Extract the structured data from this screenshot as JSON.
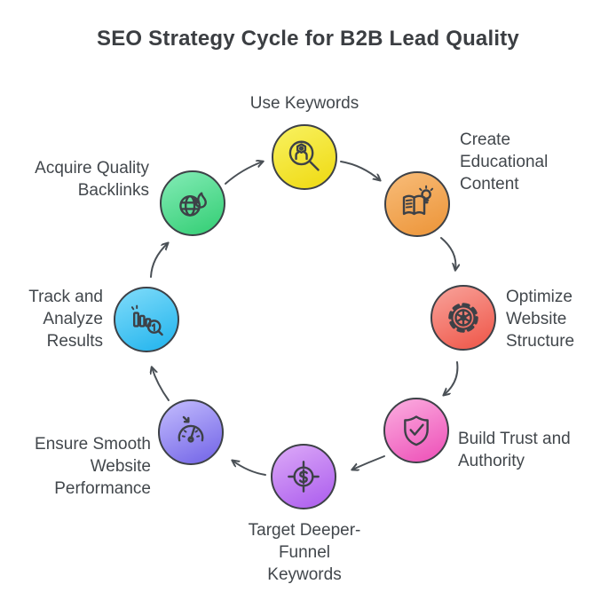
{
  "title": "SEO Strategy Cycle for B2B Lead Quality",
  "cycle_direction": "clockwise",
  "text_color": "#42474c",
  "outline_color": "#3d4147",
  "nodes": [
    {
      "id": "use-keywords",
      "label": "Use Keywords",
      "lines": [
        "Use Keywords"
      ],
      "icon": "keyword-search-icon",
      "label_position": "top",
      "colors": {
        "light": "#f7ee55",
        "dark": "#f0dd1c"
      }
    },
    {
      "id": "create-educational-content",
      "label": "Create Educational Content",
      "lines": [
        "Create",
        "Educational",
        "Content"
      ],
      "icon": "book-lightbulb-icon",
      "label_position": "right",
      "colors": {
        "light": "#f6b66f",
        "dark": "#ee9a41"
      }
    },
    {
      "id": "optimize-website-structure",
      "label": "Optimize Website Structure",
      "lines": [
        "Optimize",
        "Website",
        "Structure"
      ],
      "icon": "gear-icon",
      "label_position": "right",
      "colors": {
        "light": "#f7978e",
        "dark": "#f06053"
      }
    },
    {
      "id": "build-trust-and-authority",
      "label": "Build Trust and Authority",
      "lines": [
        "Build Trust and",
        "Authority"
      ],
      "icon": "shield-check-icon",
      "label_position": "right",
      "colors": {
        "light": "#f9a0da",
        "dark": "#ef5cbd"
      }
    },
    {
      "id": "target-deeper-funnel-keywords",
      "label": "Target Deeper-Funnel Keywords",
      "lines": [
        "Target Deeper-",
        "Funnel",
        "Keywords"
      ],
      "icon": "target-dollar-icon",
      "label_position": "bottom",
      "colors": {
        "light": "#d59ef6",
        "dark": "#b267ef"
      }
    },
    {
      "id": "ensure-smooth-website-performance",
      "label": "Ensure Smooth Website Performance",
      "lines": [
        "Ensure Smooth",
        "Website",
        "Performance"
      ],
      "icon": "speedometer-icon",
      "label_position": "left",
      "colors": {
        "light": "#b7affa",
        "dark": "#7d70ea"
      }
    },
    {
      "id": "track-and-analyze-results",
      "label": "Track and Analyze Results",
      "lines": [
        "Track and",
        "Analyze",
        "Results"
      ],
      "icon": "bar-chart-magnifier-icon",
      "label_position": "left",
      "colors": {
        "light": "#72d6f8",
        "dark": "#2eb9ef"
      }
    },
    {
      "id": "acquire-quality-backlinks",
      "label": "Acquire Quality Backlinks",
      "lines": [
        "Acquire Quality",
        "Backlinks"
      ],
      "icon": "globe-flame-icon",
      "label_position": "left",
      "colors": {
        "light": "#77e7ac",
        "dark": "#3ed27d"
      }
    }
  ],
  "arrows": [
    {
      "from": "acquire-quality-backlinks",
      "to": "use-keywords"
    },
    {
      "from": "use-keywords",
      "to": "create-educational-content"
    },
    {
      "from": "create-educational-content",
      "to": "optimize-website-structure"
    },
    {
      "from": "optimize-website-structure",
      "to": "build-trust-and-authority"
    },
    {
      "from": "build-trust-and-authority",
      "to": "target-deeper-funnel-keywords"
    },
    {
      "from": "target-deeper-funnel-keywords",
      "to": "ensure-smooth-website-performance"
    },
    {
      "from": "ensure-smooth-website-performance",
      "to": "track-and-analyze-results"
    },
    {
      "from": "track-and-analyze-results",
      "to": "acquire-quality-backlinks"
    }
  ]
}
